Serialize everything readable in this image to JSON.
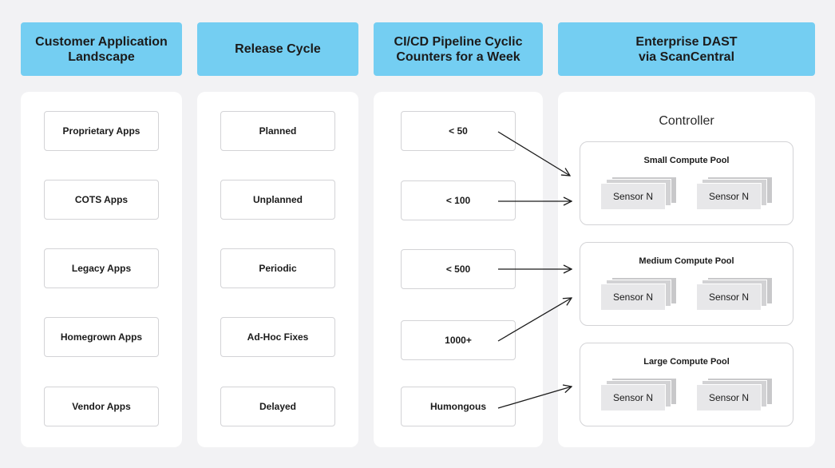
{
  "columns": [
    {
      "header": "Customer Application\nLandscape",
      "items": [
        "Proprietary Apps",
        "COTS Apps",
        "Legacy Apps",
        "Homegrown Apps",
        "Vendor Apps"
      ]
    },
    {
      "header": "Release Cycle",
      "items": [
        "Planned",
        "Unplanned",
        "Periodic",
        "Ad-Hoc Fixes",
        "Delayed"
      ]
    },
    {
      "header": "CI/CD Pipeline Cyclic\nCounters for a Week",
      "items": [
        "< 50",
        "< 100",
        "< 500",
        "1000+",
        "Humongous"
      ]
    }
  ],
  "dast": {
    "header": "Enterprise DAST\nvia ScanCentral",
    "controller": "Controller",
    "pools": [
      {
        "title": "Small Compute Pool",
        "sensors": [
          "Sensor N",
          "Sensor N"
        ]
      },
      {
        "title": "Medium Compute Pool",
        "sensors": [
          "Sensor N",
          "Sensor N"
        ]
      },
      {
        "title": "Large Compute Pool",
        "sensors": [
          "Sensor N",
          "Sensor N"
        ]
      }
    ]
  },
  "connections": [
    {
      "from": "< 50",
      "to": "Small Compute Pool"
    },
    {
      "from": "< 100",
      "to": "Small Compute Pool"
    },
    {
      "from": "< 500",
      "to": "Medium Compute Pool"
    },
    {
      "from": "1000+",
      "to": "Medium Compute Pool"
    },
    {
      "from": "Humongous",
      "to": "Large Compute Pool"
    }
  ],
  "colors": {
    "header": "#74cef2",
    "background": "#f2f2f4",
    "panel": "#ffffff",
    "arrow": "#1b1b1b"
  }
}
